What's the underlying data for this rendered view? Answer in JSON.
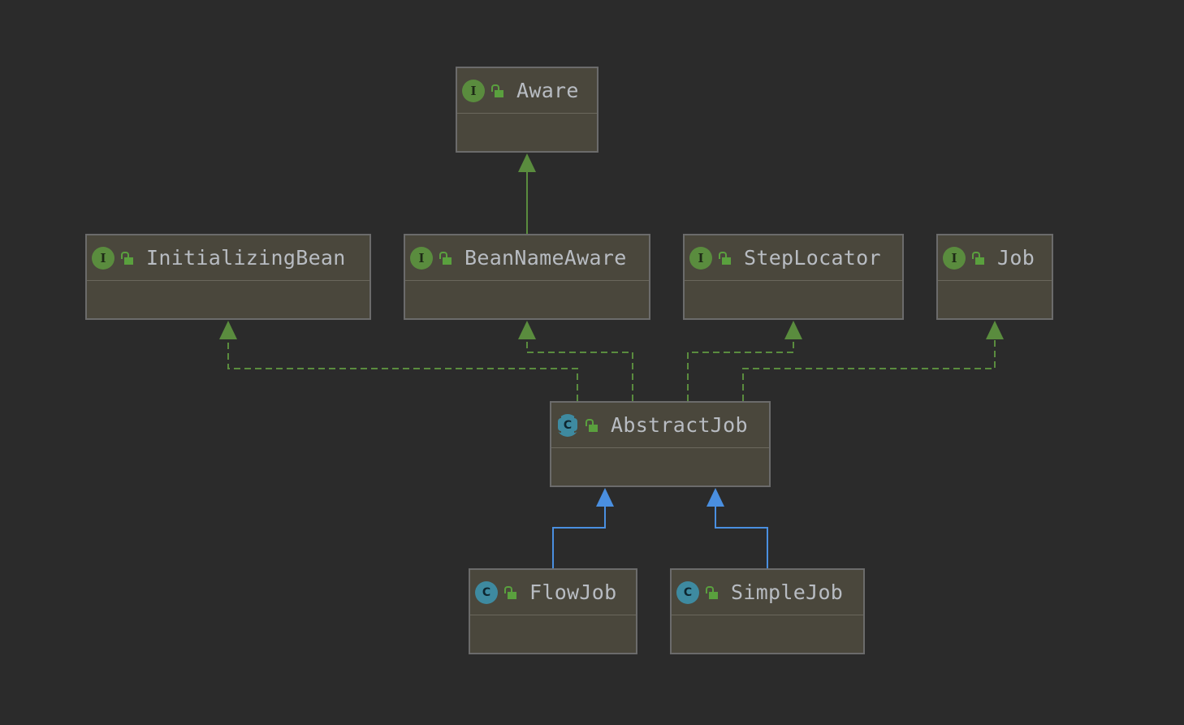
{
  "diagram": {
    "colors": {
      "background": "#2b2b2b",
      "node_fill": "#4a473c",
      "node_border": "#6b6b6b",
      "implements_edge": "#5a8c3e",
      "extends_edge": "#4a8fe0",
      "interface_badge": "#5a8c3e",
      "class_badge": "#3e8aa0"
    },
    "nodes": [
      {
        "id": "aware",
        "label": "Aware",
        "kind": "interface",
        "badge": "I",
        "icon": "public-lock-icon"
      },
      {
        "id": "initializingbean",
        "label": "InitializingBean",
        "kind": "interface",
        "badge": "I",
        "icon": "public-lock-icon"
      },
      {
        "id": "beannameaware",
        "label": "BeanNameAware",
        "kind": "interface",
        "badge": "I",
        "icon": "public-lock-icon"
      },
      {
        "id": "steplocator",
        "label": "StepLocator",
        "kind": "interface",
        "badge": "I",
        "icon": "public-lock-icon"
      },
      {
        "id": "job",
        "label": "Job",
        "kind": "interface",
        "badge": "I",
        "icon": "public-lock-icon"
      },
      {
        "id": "abstractjob",
        "label": "AbstractJob",
        "kind": "abstract-class",
        "badge": "C",
        "icon": "public-lock-icon"
      },
      {
        "id": "flowjob",
        "label": "FlowJob",
        "kind": "class",
        "badge": "C",
        "icon": "public-lock-icon"
      },
      {
        "id": "simplejob",
        "label": "SimpleJob",
        "kind": "class",
        "badge": "C",
        "icon": "public-lock-icon"
      }
    ],
    "edges": [
      {
        "from": "beannameaware",
        "to": "aware",
        "type": "extends-interface",
        "style": "solid-green"
      },
      {
        "from": "abstractjob",
        "to": "initializingbean",
        "type": "implements",
        "style": "dashed-green"
      },
      {
        "from": "abstractjob",
        "to": "beannameaware",
        "type": "implements",
        "style": "dashed-green"
      },
      {
        "from": "abstractjob",
        "to": "steplocator",
        "type": "implements",
        "style": "dashed-green"
      },
      {
        "from": "abstractjob",
        "to": "job",
        "type": "implements",
        "style": "dashed-green"
      },
      {
        "from": "flowjob",
        "to": "abstractjob",
        "type": "extends",
        "style": "solid-blue"
      },
      {
        "from": "simplejob",
        "to": "abstractjob",
        "type": "extends",
        "style": "solid-blue"
      }
    ]
  }
}
